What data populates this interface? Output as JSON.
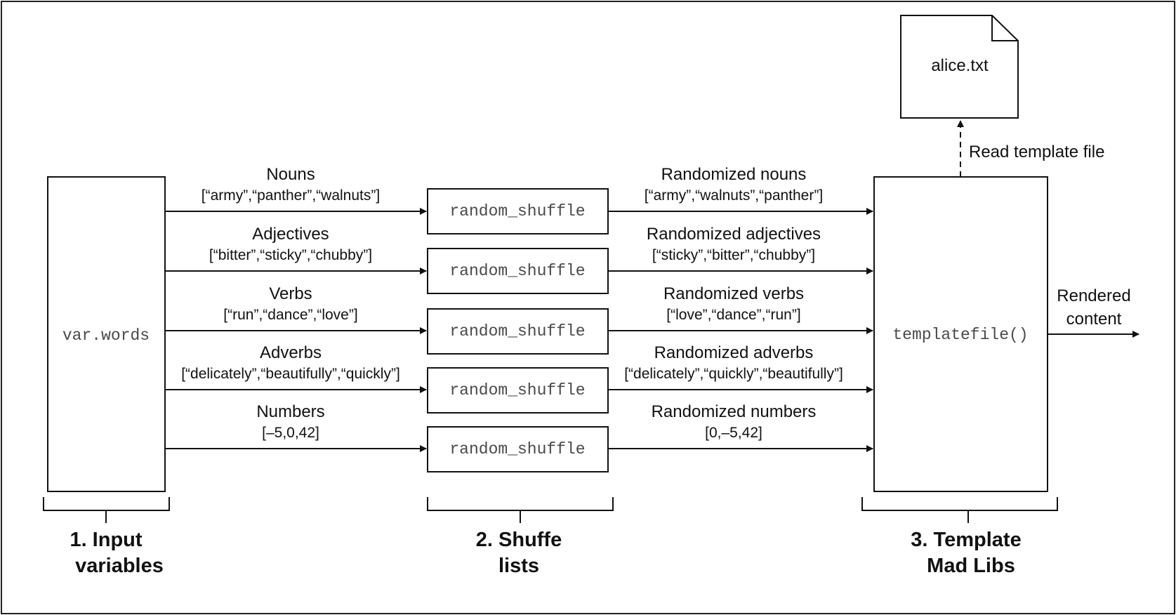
{
  "input_box": {
    "label": "var.words"
  },
  "shuffle_label": "random_shuffle",
  "template_box": {
    "label": "templatefile()"
  },
  "file": {
    "name": "alice.txt"
  },
  "read_label": "Read template file",
  "output": {
    "line1": "Rendered",
    "line2": "content"
  },
  "rows": [
    {
      "in_title": "Nouns",
      "in_values": "[“army”,“panther”,“walnuts”]",
      "out_title": "Randomized nouns",
      "out_values": "[“army”,“walnuts”,“panther”]"
    },
    {
      "in_title": "Adjectives",
      "in_values": "[“bitter”,“sticky”,“chubby”]",
      "out_title": "Randomized adjectives",
      "out_values": "[“sticky”,“bitter”,“chubby”]"
    },
    {
      "in_title": "Verbs",
      "in_values": "[“run”,“dance”,“love”]",
      "out_title": "Randomized verbs",
      "out_values": "[“love”,“dance”,“run”]"
    },
    {
      "in_title": "Adverbs",
      "in_values": "[“delicately”,“beautifully”,“quickly”]",
      "out_title": "Randomized adverbs",
      "out_values": "[“delicately”,“quickly”,“beautifully”]"
    },
    {
      "in_title": "Numbers",
      "in_values": "[–5,0,42]",
      "out_title": "Randomized numbers",
      "out_values": "[0,–5,42]"
    }
  ],
  "stages": [
    {
      "line1": "1. Input",
      "line2": "variables"
    },
    {
      "line1": "2. Shuffe",
      "line2": "lists"
    },
    {
      "line1": "3. Template",
      "line2": "Mad Libs"
    }
  ]
}
